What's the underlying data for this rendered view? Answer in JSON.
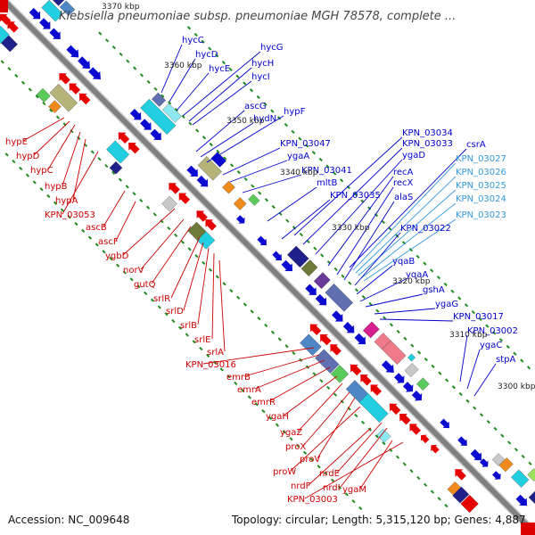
{
  "title": "Klebsiella pneumoniae subsp. pneumoniae MGH 78578, complete ...",
  "footer": {
    "accession": "Accession: NC_009648",
    "summary": "Topology: circular; Length: 5,315,120 bp; Genes: 4,887"
  },
  "colors": {
    "backbone": "#808080",
    "tick_dot": "#1e8c1e",
    "label_upper": "#0000cc",
    "label_upper_alt": "#3399dd",
    "label_lower": "#cc0000"
  },
  "ticks": [
    {
      "label": "3370 kbp"
    },
    {
      "label": "3360 kbp"
    },
    {
      "label": "3350 kbp"
    },
    {
      "label": "3340 kbp"
    },
    {
      "label": "3330 kbp"
    },
    {
      "label": "3320 kbp"
    },
    {
      "label": "3310 kbp"
    },
    {
      "label": "3300 kbp"
    }
  ],
  "upper_labels": [
    {
      "text": "hycC",
      "color": "#0000cc"
    },
    {
      "text": "hycD",
      "color": "#0000cc"
    },
    {
      "text": "hycE",
      "color": "#0000cc"
    },
    {
      "text": "hycG",
      "color": "#0000cc"
    },
    {
      "text": "hycH",
      "color": "#0000cc"
    },
    {
      "text": "hycI",
      "color": "#0000cc"
    },
    {
      "text": "ascG",
      "color": "#0000cc"
    },
    {
      "text": "hydN",
      "color": "#0000cc"
    },
    {
      "text": "hypF",
      "color": "#0000cc"
    },
    {
      "text": "KPN_03047",
      "color": "#0000cc"
    },
    {
      "text": "ygaA",
      "color": "#0000cc"
    },
    {
      "text": "KPN_03041",
      "color": "#0000cc"
    },
    {
      "text": "mltB",
      "color": "#0000cc"
    },
    {
      "text": "KPN_03035",
      "color": "#0000cc"
    },
    {
      "text": "KPN_03034",
      "color": "#0000cc"
    },
    {
      "text": "KPN_03033",
      "color": "#0000cc"
    },
    {
      "text": "ygaD",
      "color": "#0000cc"
    },
    {
      "text": "recA",
      "color": "#0000cc"
    },
    {
      "text": "recX",
      "color": "#0000cc"
    },
    {
      "text": "alaS",
      "color": "#0000cc"
    },
    {
      "text": "csrA",
      "color": "#0000cc"
    },
    {
      "text": "KPN_03027",
      "color": "#3399dd"
    },
    {
      "text": "KPN_03026",
      "color": "#3399dd"
    },
    {
      "text": "KPN_03025",
      "color": "#3399dd"
    },
    {
      "text": "KPN_03024",
      "color": "#3399dd"
    },
    {
      "text": "KPN_03023",
      "color": "#3399dd"
    },
    {
      "text": "KPN_03022",
      "color": "#0000cc"
    },
    {
      "text": "yqaB",
      "color": "#0000cc"
    },
    {
      "text": "yqaA",
      "color": "#0000cc"
    },
    {
      "text": "gshA",
      "color": "#0000cc"
    },
    {
      "text": "ygaG",
      "color": "#0000cc"
    },
    {
      "text": "KPN_03017",
      "color": "#0000cc"
    },
    {
      "text": "KPN_03002",
      "color": "#0000cc"
    },
    {
      "text": "ygaC",
      "color": "#0000cc"
    },
    {
      "text": "stpA",
      "color": "#0000cc"
    }
  ],
  "lower_labels": [
    {
      "text": "hypE"
    },
    {
      "text": "hypD"
    },
    {
      "text": "hypC"
    },
    {
      "text": "hypB"
    },
    {
      "text": "hypA"
    },
    {
      "text": "KPN_03053"
    },
    {
      "text": "ascB"
    },
    {
      "text": "ascF"
    },
    {
      "text": "ygbD"
    },
    {
      "text": "norV"
    },
    {
      "text": "gutQ"
    },
    {
      "text": "srlR"
    },
    {
      "text": "srlD"
    },
    {
      "text": "srlB"
    },
    {
      "text": "srlE"
    },
    {
      "text": "srlA"
    },
    {
      "text": "KPN_03016"
    },
    {
      "text": "emrB"
    },
    {
      "text": "emrA"
    },
    {
      "text": "emrR"
    },
    {
      "text": "ygaH"
    },
    {
      "text": "ygaZ"
    },
    {
      "text": "proX"
    },
    {
      "text": "proV"
    },
    {
      "text": "proW"
    },
    {
      "text": "nrdE"
    },
    {
      "text": "nrdF"
    },
    {
      "text": "nrdI"
    },
    {
      "text": "KPN_03003"
    },
    {
      "text": "ygaM"
    }
  ]
}
